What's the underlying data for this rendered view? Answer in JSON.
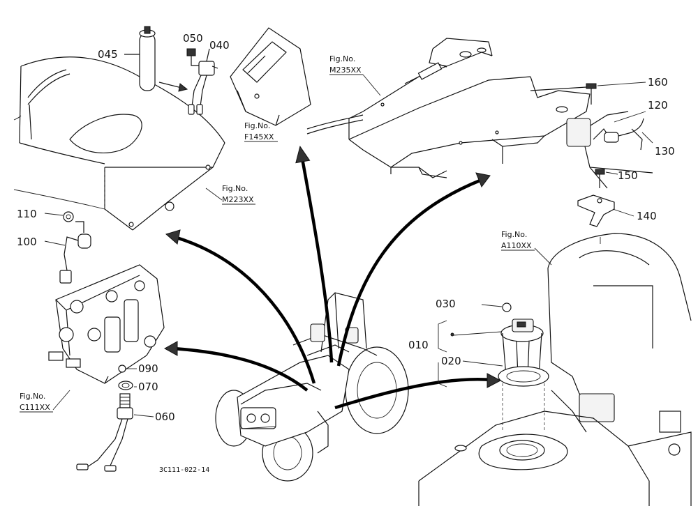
{
  "callouts": {
    "p010": "010",
    "p020": "020",
    "p030": "030",
    "p040": "040",
    "p045": "045",
    "p050": "050",
    "p060": "060",
    "p070": "070",
    "p090": "090",
    "p100": "100",
    "p110": "110",
    "p120": "120",
    "p130": "130",
    "p140": "140",
    "p150": "150",
    "p160": "160"
  },
  "figure_refs": {
    "label": "Fig.No.",
    "m235": "M235XX",
    "f145": "F145XX",
    "m223": "M223XX",
    "a110": "A110XX",
    "c111": "C111XX"
  },
  "document_id": "3C111-022-14"
}
